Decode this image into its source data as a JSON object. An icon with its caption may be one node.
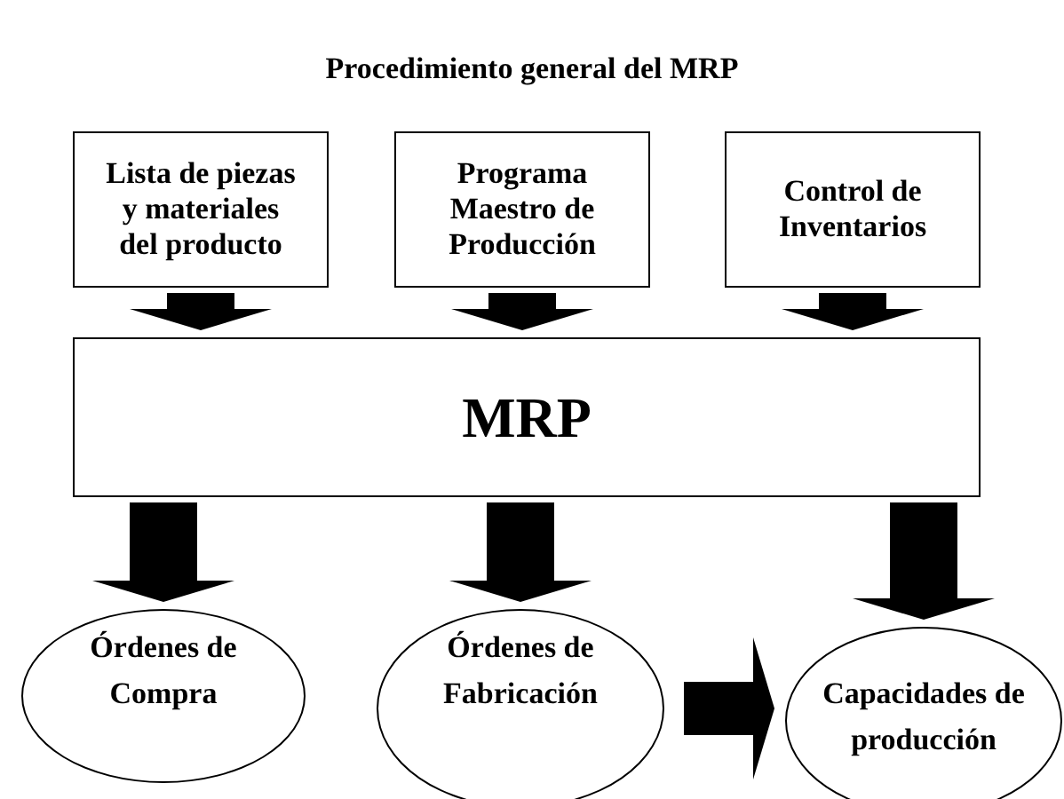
{
  "diagram": {
    "title": "Procedimiento general del MRP",
    "nodes": [
      {
        "text": [
          "Lista de piezas y materiales del producto"
        ]
      },
      {
        "text": [
          "Programa Maestro de Producción"
        ]
      },
      {
        "text": [
          "Control de Inventarios"
        ]
      },
      {
        "text": [
          "MRP"
        ]
      },
      {
        "text": [
          "Órdenes de Compra"
        ]
      },
      {
        "text": [
          "Órdenes de Fabricación"
        ]
      },
      {
        "text": [
          "Capacidades de producción"
        ]
      }
    ],
    "edges": [
      {
        "from": 0,
        "to": 3,
        "arrow": "to"
      },
      {
        "from": 1,
        "to": 3,
        "arrow": "to"
      },
      {
        "from": 2,
        "to": 3,
        "arrow": "to"
      },
      {
        "from": 3,
        "to": 4,
        "arrow": "to"
      },
      {
        "from": 3,
        "to": 5,
        "arrow": "to"
      },
      {
        "from": 3,
        "to": 6,
        "arrow": "to"
      },
      {
        "from": 5,
        "to": 6,
        "arrow": "to"
      }
    ]
  }
}
